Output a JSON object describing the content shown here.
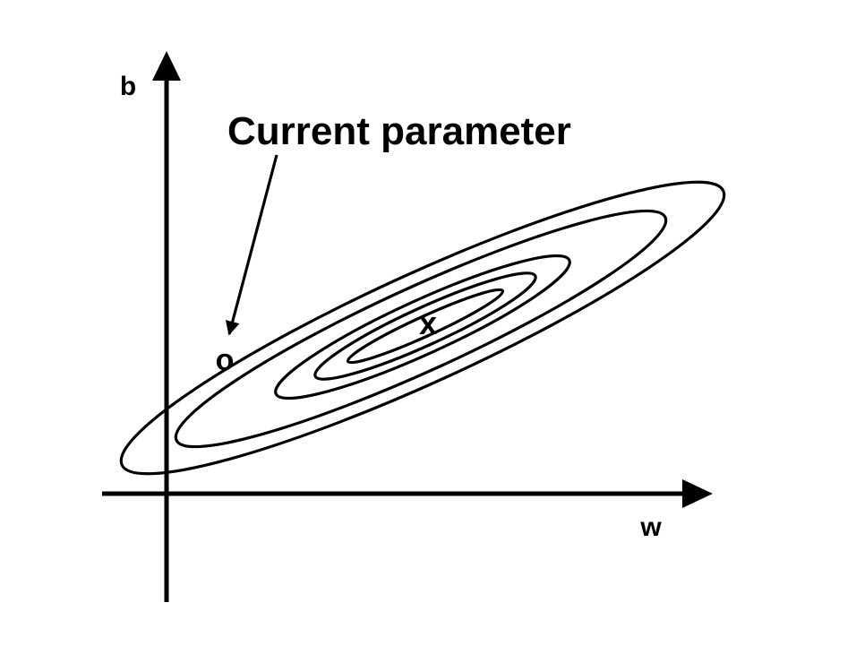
{
  "axes": {
    "y_label": "b",
    "x_label": "w"
  },
  "annotation": {
    "text": "Current parameter"
  },
  "markers": {
    "current": {
      "glyph": "o",
      "color": "#3d76b4"
    },
    "minimum": {
      "glyph": "x",
      "color": "#d9402c"
    }
  },
  "colors": {
    "ink": "#000000",
    "background": "#ffffff"
  },
  "contours": {
    "count": 5
  }
}
